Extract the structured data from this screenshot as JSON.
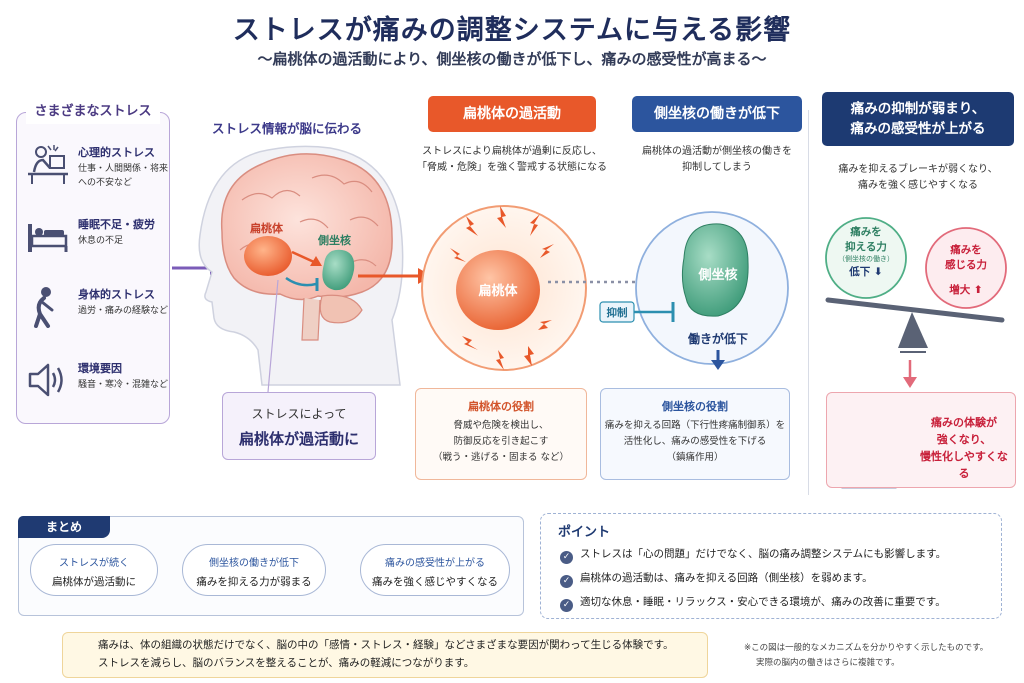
{
  "header": {
    "title": "ストレスが痛みの調整システムに与える影響",
    "subtitle": "〜扁桃体の過活動により、側坐核の働きが低下し、痛みの感受性が高まる〜"
  },
  "stress_panel": {
    "title": "さまざまなストレス",
    "items": [
      {
        "icon": "desk-stress-icon",
        "title": "心理的ストレス",
        "detail": "仕事・人間関係・将来への不安など"
      },
      {
        "icon": "bed-icon",
        "title": "睡眠不足・疲労",
        "detail": "休息の不足"
      },
      {
        "icon": "tired-person-icon",
        "title": "身体的ストレス",
        "detail": "過労・痛みの経験など"
      },
      {
        "icon": "speaker-icon",
        "title": "環境要因",
        "detail": "騒音・寒冷・混雑など"
      }
    ]
  },
  "brain": {
    "title": "ストレス情報が脳に伝わる",
    "amygdala_label": "扁桃体",
    "accumbens_label": "側坐核",
    "callout_line1": "ストレスによって",
    "callout_line2": "扁桃体が過活動に"
  },
  "amygdala_section": {
    "badge": "扁桃体の過活動",
    "desc_line1": "ストレスにより扁桃体が過剰に反応し、",
    "desc_line2": "「脅威・危険」を強く警戒する状態になる",
    "circle_label": "扁桃体",
    "role_title": "扁桃体の役割",
    "role_line1": "脅威や危険を検出し、",
    "role_line2": "防御反応を引き起こす",
    "role_line3": "（戦う・逃げる・固まる など）"
  },
  "accumbens_section": {
    "badge": "側坐核の働きが低下",
    "desc_line1": "扁桃体の過活動が側坐核の働きを",
    "desc_line2": "抑制してしまう",
    "circle_label": "側坐核",
    "inhibit_label": "抑制",
    "decline_label": "働きが低下",
    "role_title": "側坐核の役割",
    "role_line1": "痛みを抑える回路（下行性疼痛制御系）を",
    "role_line2": "活性化し、痛みの感受性を下げる",
    "role_line3": "（鎮痛作用）"
  },
  "result_section": {
    "badge_line1": "痛みの抑制が弱まり、",
    "badge_line2": "痛みの感受性が上がる",
    "desc_line1": "痛みを抑えるブレーキが弱くなり、",
    "desc_line2": "痛みを強く感じやすくなる",
    "left_circle": {
      "line1": "痛みを",
      "line2": "抑える力",
      "line3": "（側坐核の働き）",
      "line4": "低下"
    },
    "right_circle": {
      "line1": "痛みを",
      "line2": "感じる力",
      "line3": "増大"
    },
    "feel_line1": "痛みの体験が",
    "feel_line2": "強くなり、",
    "feel_line3": "慢性化しやすくなる"
  },
  "summary": {
    "title": "まとめ",
    "steps": [
      {
        "a": "ストレスが続く",
        "b": "扁桃体が過活動に"
      },
      {
        "a": "側坐核の働きが低下",
        "b": "痛みを抑える力が弱まる"
      },
      {
        "a": "痛みの感受性が上がる",
        "b": "痛みを強く感じやすくなる"
      }
    ]
  },
  "points": {
    "title": "ポイント",
    "items": [
      "ストレスは「心の問題」だけでなく、脳の痛み調整システムにも影響します。",
      "扁桃体の過活動は、痛みを抑える回路（側坐核）を弱めます。",
      "適切な休息・睡眠・リラックス・安心できる環境が、痛みの改善に重要です。"
    ]
  },
  "tip": {
    "line1": "痛みは、体の組織の状態だけでなく、脳の中の「感情・ストレス・経験」などさまざまな要因が関わって生じる体験です。",
    "line2": "ストレスを減らし、脳のバランスを整えることが、痛みの軽減につながります。"
  },
  "note": {
    "line1": "※この図は一般的なメカニズムを分かりやすく示したものです。",
    "line2": "実際の脳内の働きはさらに複雑です。"
  },
  "colors": {
    "orange": "#e8582a",
    "blue": "#2c559e",
    "navy": "#1d3a72",
    "purple": "#7b5cb8",
    "red": "#d83a4c",
    "green": "#3c9a78"
  }
}
